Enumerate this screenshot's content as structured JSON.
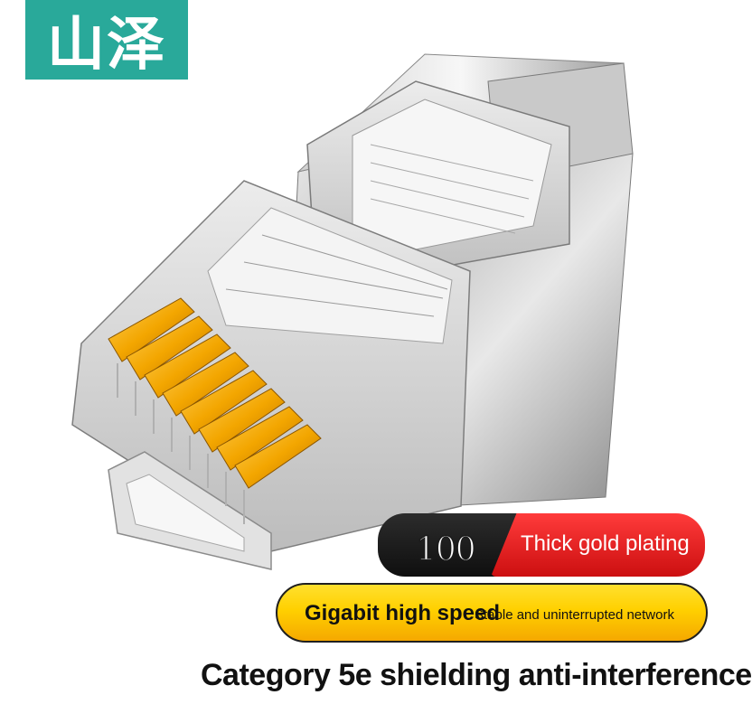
{
  "brand": {
    "logo_text": "山泽",
    "color": "#29a99a"
  },
  "product": {
    "icon": "rj45-connector-image"
  },
  "badges": {
    "count": "100",
    "gold_label": "Thick gold plating",
    "speed_label": "Gigabit high speed",
    "stability_label": "Stable and uninterrupted network"
  },
  "caption": "Category 5e shielding anti-interference",
  "colors": {
    "dark_banner": "#1a1a1a",
    "red_banner": "#e01e1e",
    "yellow_banner": "#ffd000",
    "gold_pins": "#f0a500"
  }
}
